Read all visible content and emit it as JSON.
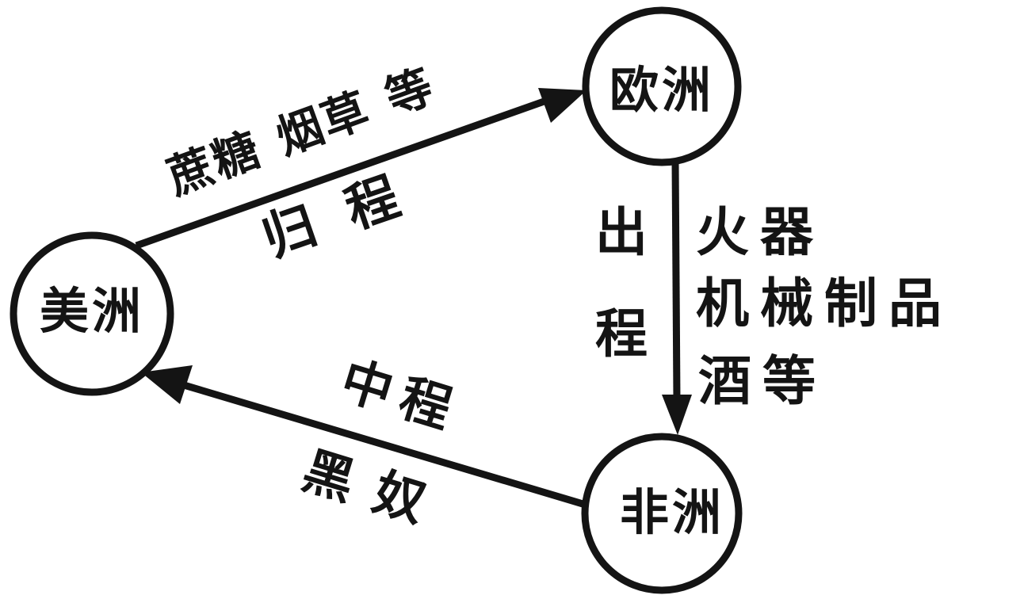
{
  "colors": {
    "ink": "#141414",
    "background": "#ffffff"
  },
  "nodes": {
    "americas": {
      "label": "美洲"
    },
    "europe": {
      "label": "欧洲"
    },
    "africa": {
      "label": "非洲"
    }
  },
  "edges": {
    "americas_to_europe": {
      "from": "美洲",
      "to": "欧洲",
      "cargo": "蔗糖 烟草 等",
      "route": "归 程"
    },
    "europe_to_africa": {
      "from": "欧洲",
      "to": "非洲",
      "route": "出程",
      "cargo_lines": [
        "火器",
        "机械制品",
        "酒等"
      ]
    },
    "africa_to_americas": {
      "from": "非洲",
      "to": "美洲",
      "route": "中程",
      "cargo": "黑奴"
    }
  }
}
